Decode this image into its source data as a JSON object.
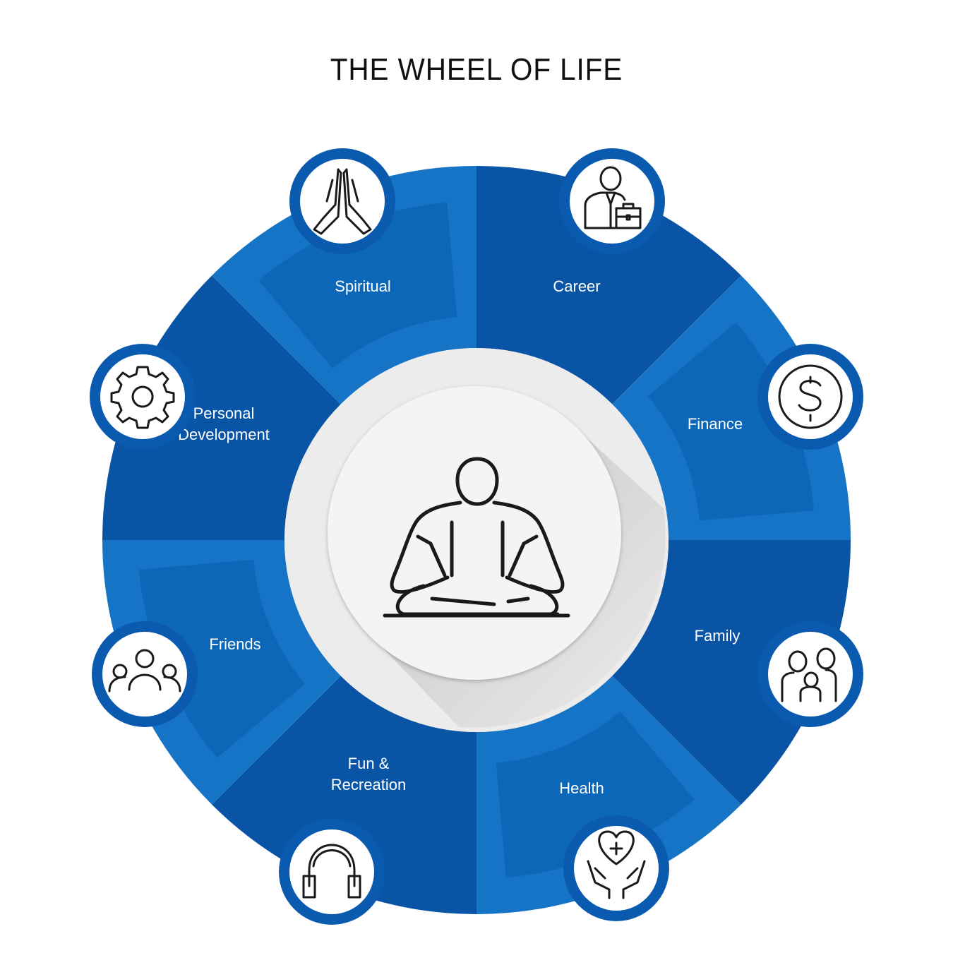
{
  "title": "THE WHEEL OF LIFE",
  "colors": {
    "dark_blue": "#0a54a6",
    "mid_blue": "#0c66b7",
    "light_blue": "#1574c6",
    "icon_circle_border": "#0a5bb0",
    "center": "#f2f2f2"
  },
  "center_icon": "meditation-icon",
  "segments": [
    {
      "label_lines": [
        "Spiritual"
      ],
      "icon": "praying-hands-icon"
    },
    {
      "label_lines": [
        "Career"
      ],
      "icon": "businessman-briefcase-icon"
    },
    {
      "label_lines": [
        "Finance"
      ],
      "icon": "dollar-coin-icon"
    },
    {
      "label_lines": [
        "Family"
      ],
      "icon": "family-icon"
    },
    {
      "label_lines": [
        "Health"
      ],
      "icon": "heart-hands-icon"
    },
    {
      "label_lines": [
        "Fun &",
        "Recreation"
      ],
      "icon": "headphones-icon"
    },
    {
      "label_lines": [
        "Friends"
      ],
      "icon": "people-group-icon"
    },
    {
      "label_lines": [
        "Personal",
        "Development"
      ],
      "icon": "gear-icon"
    }
  ]
}
